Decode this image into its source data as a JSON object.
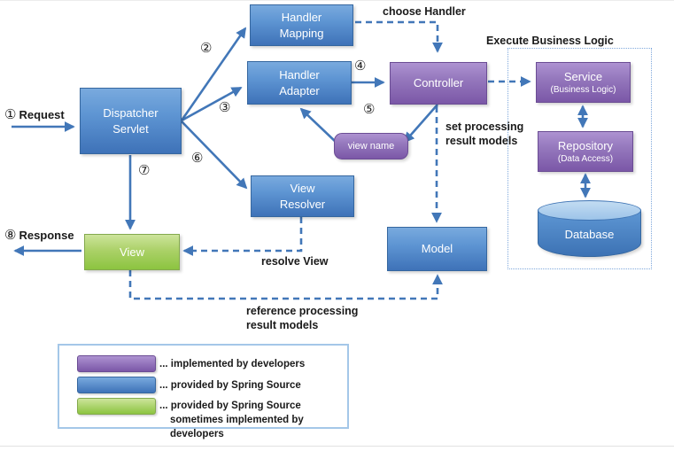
{
  "diagram": {
    "nodes": {
      "handler_mapping": "Handler Mapping",
      "handler_adapter": "Handler Adapter",
      "dispatcher_servlet": "Dispatcher Servlet",
      "controller": "Controller",
      "view_name": "view name",
      "view_resolver": "View Resolver",
      "model": "Model",
      "view": "View",
      "service": "Service",
      "service_sub": "(Business Logic)",
      "repository": "Repository",
      "repository_sub": "(Data Access)",
      "database": "Database"
    },
    "steps": {
      "s1": "①",
      "s2": "②",
      "s3": "③",
      "s4": "④",
      "s5": "⑤",
      "s6": "⑥",
      "s7": "⑦",
      "s8": "⑧"
    },
    "labels": {
      "request": "Request",
      "response": "Response",
      "choose_handler": "choose Handler",
      "execute_business_logic": "Execute Business Logic",
      "set_processing_models": "set processing result models",
      "resolve_view": "resolve View",
      "reference_processing_models": "reference processing result models"
    }
  },
  "legend": {
    "items": [
      {
        "swatch": "purple",
        "lines": [
          "... implemented by developers",
          ""
        ]
      },
      {
        "swatch": "blue",
        "lines": [
          "... provided by Spring Source",
          ""
        ]
      },
      {
        "swatch": "green",
        "lines": [
          "... provided by Spring Source",
          "sometimes implemented by developers"
        ]
      }
    ]
  },
  "colors": {
    "purple": "#8a63b3",
    "blue": "#4a80c4",
    "green": "#9cca52",
    "arrow": "#4277b8",
    "frame": "#7fa8dc"
  }
}
